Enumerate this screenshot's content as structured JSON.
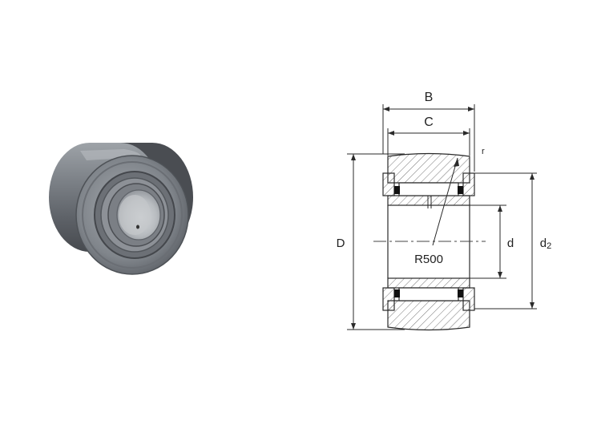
{
  "labels": {
    "B": "B",
    "C": "C",
    "r": "r",
    "D": "D",
    "d": "d",
    "d2": "d2",
    "d2_main": "d",
    "d2_sub": "2",
    "radius": "R500"
  },
  "colors": {
    "line": "#2a2a2a",
    "hatch": "#666666",
    "seal": "#111111",
    "steel_dark": "#5a5e63",
    "steel_mid": "#8a8f95",
    "steel_light": "#c9cdd1"
  }
}
